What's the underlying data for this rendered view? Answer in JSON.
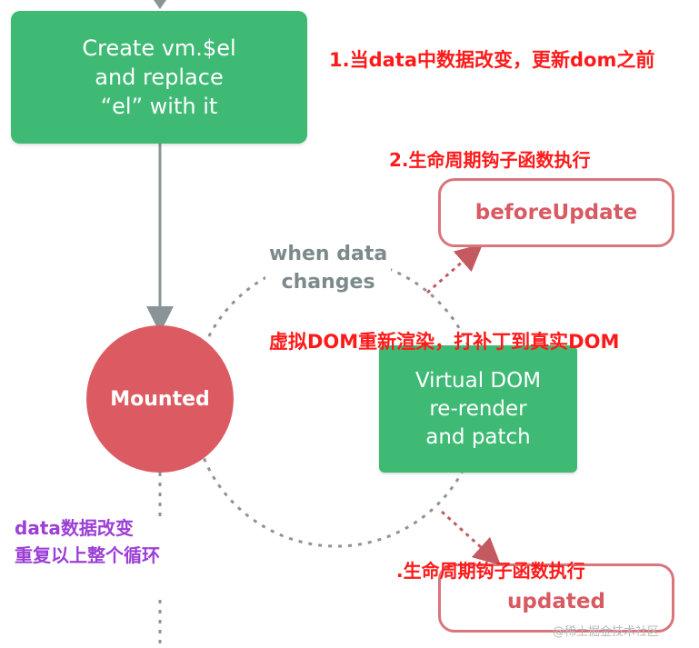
{
  "nodes": {
    "create_el": [
      "Create vm.$el",
      "and replace",
      "“el” with it"
    ],
    "mounted": "Mounted",
    "before_update": "beforeUpdate",
    "virtual_dom": [
      "Virtual DOM",
      "re-render",
      "and patch"
    ],
    "updated": "updated",
    "when_data_changes": [
      "when data",
      "changes"
    ]
  },
  "annotations": {
    "before_dom_update": "1.当data中数据改变，更新dom之前",
    "hook_exec_1": "2.生命周期钩子函数执行",
    "virtual_dom_patch": "虚拟DOM重新渲染，打补丁到真实DOM",
    "data_change_1": "data数据改变",
    "data_change_2": "重复以上整个循环",
    "hook_exec_2": ".生命周期钩子函数执行"
  },
  "watermark": "@稀土掘金技术社区",
  "colors": {
    "green": "#3fba74",
    "red_circle": "#dc5b62",
    "outline_red": "#d9767c",
    "annotation_red": "#ff1a1a",
    "annotation_purple": "#9b3fd6",
    "connector_grey": "#8a9496"
  }
}
